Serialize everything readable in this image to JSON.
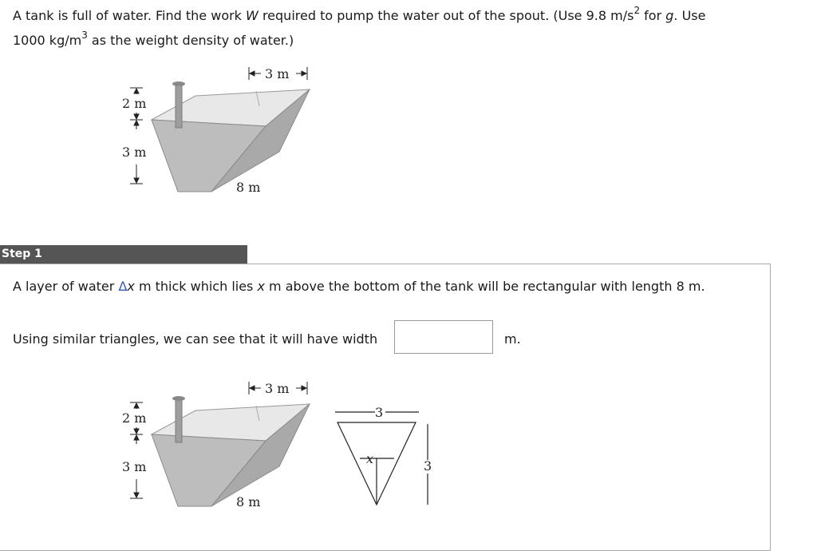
{
  "problem": {
    "part1": "A tank is full of water. Find the work ",
    "var_W": "W",
    "part2": " required to pump the water out of the spout. (Use 9.8 m/s",
    "exp2": "2",
    "part3": " for ",
    "var_g": "g",
    "part4": ". Use",
    "part5": "1000 kg/m",
    "exp3": "3",
    "part6": " as the weight density of water.)"
  },
  "figure": {
    "top_width": "3 m",
    "spout_height": "2 m",
    "depth": "3 m",
    "length": "8 m"
  },
  "step": {
    "title": "Step 1",
    "line1_a": "A layer of water ",
    "delta": "Δ",
    "x1": "x",
    "line1_b": " m thick which lies ",
    "x2": "x",
    "line1_c": " m above the bottom of the tank will be rectangular with length 8 m.",
    "line2": "Using similar triangles, we can see that it will have width",
    "unit": "m."
  },
  "triangle": {
    "top": "3",
    "side": "3",
    "x": "x"
  },
  "colors": {
    "step_bar": "#555555",
    "tank_fill": "#bdbdbd",
    "tank_dark": "#a9a9a9",
    "tank_light": "#e8e8e8"
  }
}
